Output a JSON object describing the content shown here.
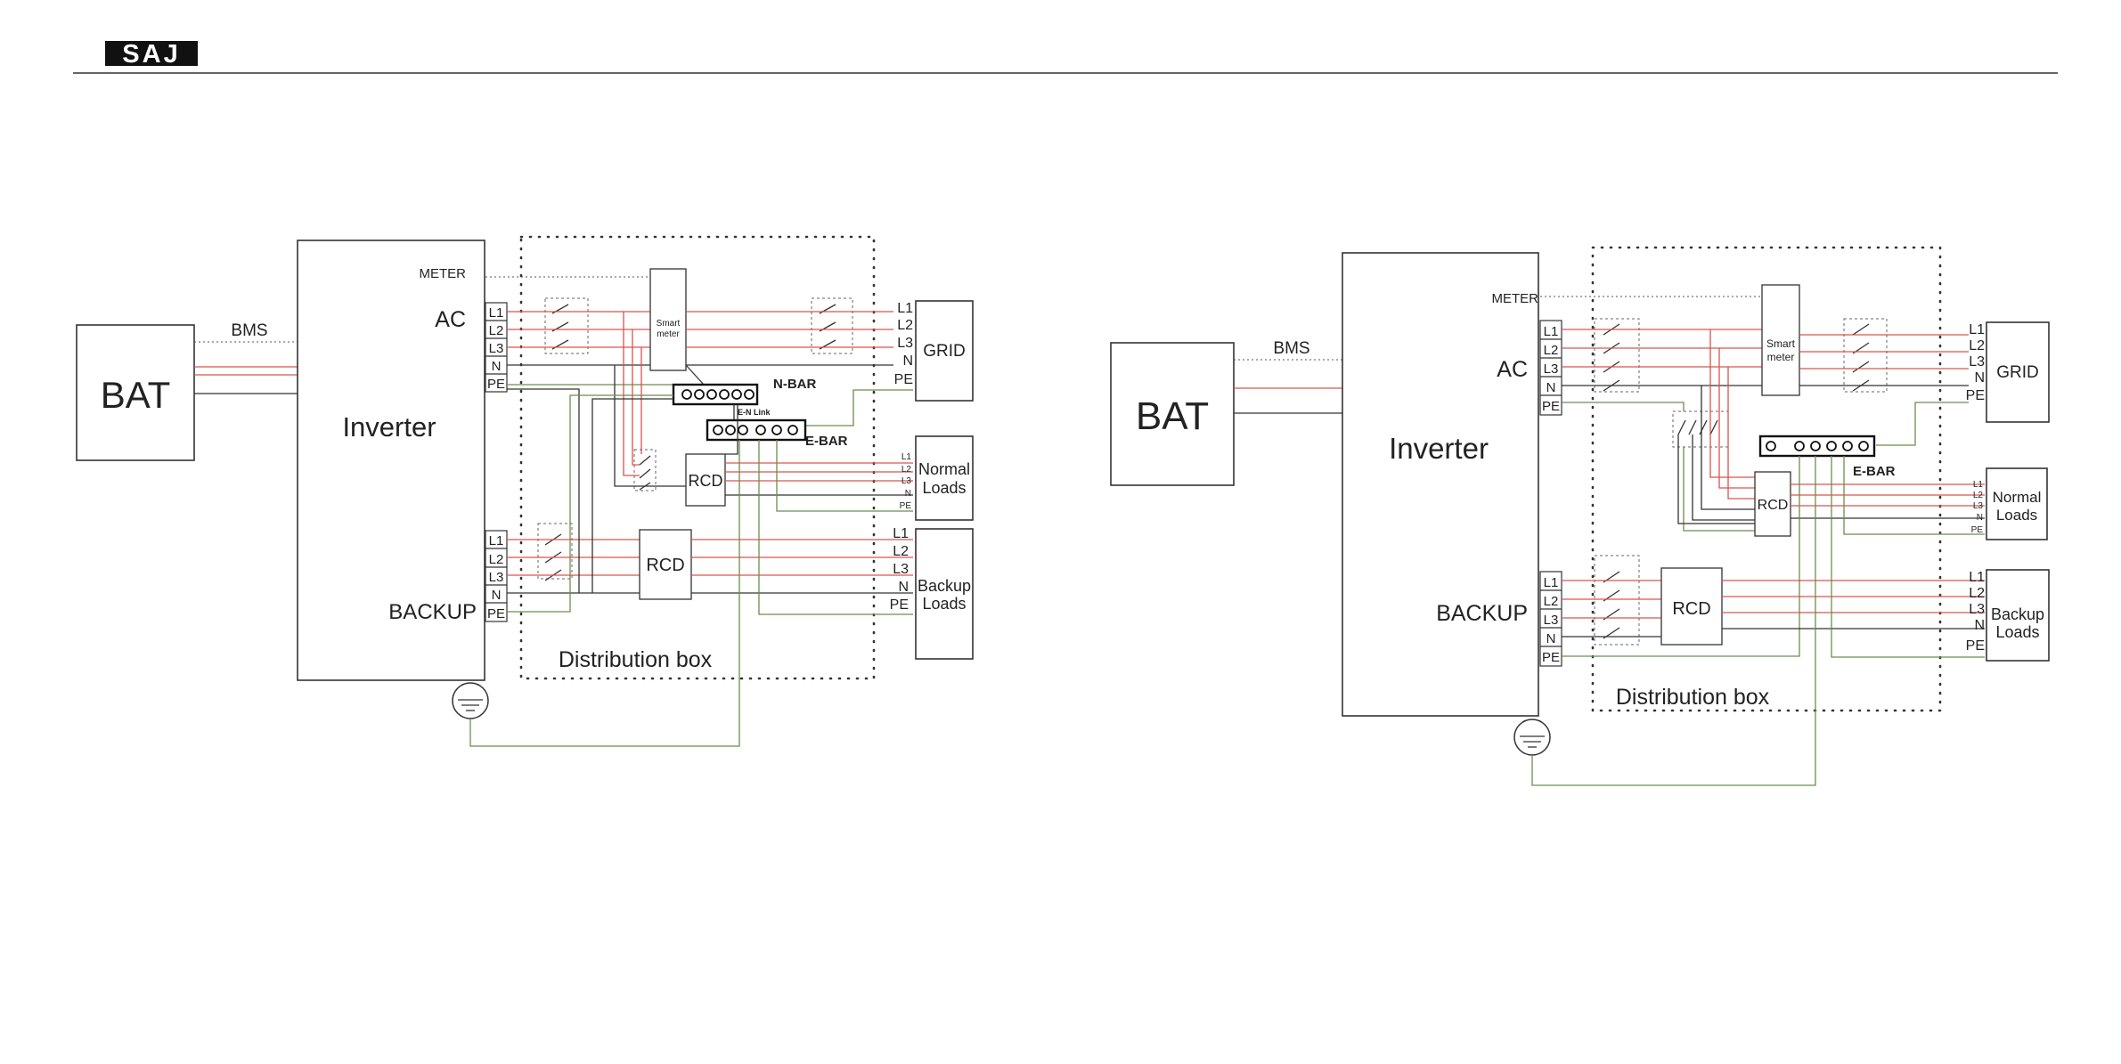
{
  "logo": "SAJ",
  "diagrams": [
    {
      "bat": "BAT",
      "bms": "BMS",
      "inverter": "Inverter",
      "meter": "METER",
      "ac": "AC",
      "backup": "BACKUP",
      "ac_terms": [
        "L1",
        "L2",
        "L3",
        "N",
        "PE"
      ],
      "backup_terms": [
        "L1",
        "L2",
        "L3",
        "N",
        "PE"
      ],
      "smart_meter": [
        "Smart",
        "meter"
      ],
      "n_bar": "N-BAR",
      "en_link": "E-N Link",
      "e_bar": "E-BAR",
      "rcd_normal": "RCD",
      "rcd_backup": "RCD",
      "grid_terms": [
        "L1",
        "L2",
        "L3",
        "N",
        "PE"
      ],
      "grid": "GRID",
      "normal_terms": [
        "L1",
        "L2",
        "L3",
        "N",
        "PE"
      ],
      "normal_loads": [
        "Normal",
        "Loads"
      ],
      "backup_load_terms": [
        "L1",
        "L2",
        "L3",
        "N",
        "PE"
      ],
      "backup_loads": [
        "Backup",
        "Loads"
      ],
      "distribution_box": "Distribution box"
    },
    {
      "bat": "BAT",
      "bms": "BMS",
      "inverter": "Inverter",
      "meter": "METER",
      "ac": "AC",
      "backup": "BACKUP",
      "ac_terms": [
        "L1",
        "L2",
        "L3",
        "N",
        "PE"
      ],
      "backup_terms": [
        "L1",
        "L2",
        "L3",
        "N",
        "PE"
      ],
      "smart_meter": [
        "Smart",
        "meter"
      ],
      "e_bar": "E-BAR",
      "rcd_normal": "RCD",
      "rcd_backup": "RCD",
      "grid_terms": [
        "L1",
        "L2",
        "L3",
        "N",
        "PE"
      ],
      "grid": "GRID",
      "normal_terms": [
        "L1",
        "L2",
        "L3",
        "N",
        "PE"
      ],
      "normal_loads": [
        "Normal",
        "Loads"
      ],
      "backup_load_terms": [
        "L1",
        "L2",
        "L3",
        "N",
        "PE"
      ],
      "backup_loads": [
        "Backup",
        "Loads"
      ],
      "distribution_box": "Distribution box"
    }
  ],
  "colors": {
    "phase": "#d9534f",
    "neutral": "#333333",
    "earth": "#6b8e4e"
  }
}
